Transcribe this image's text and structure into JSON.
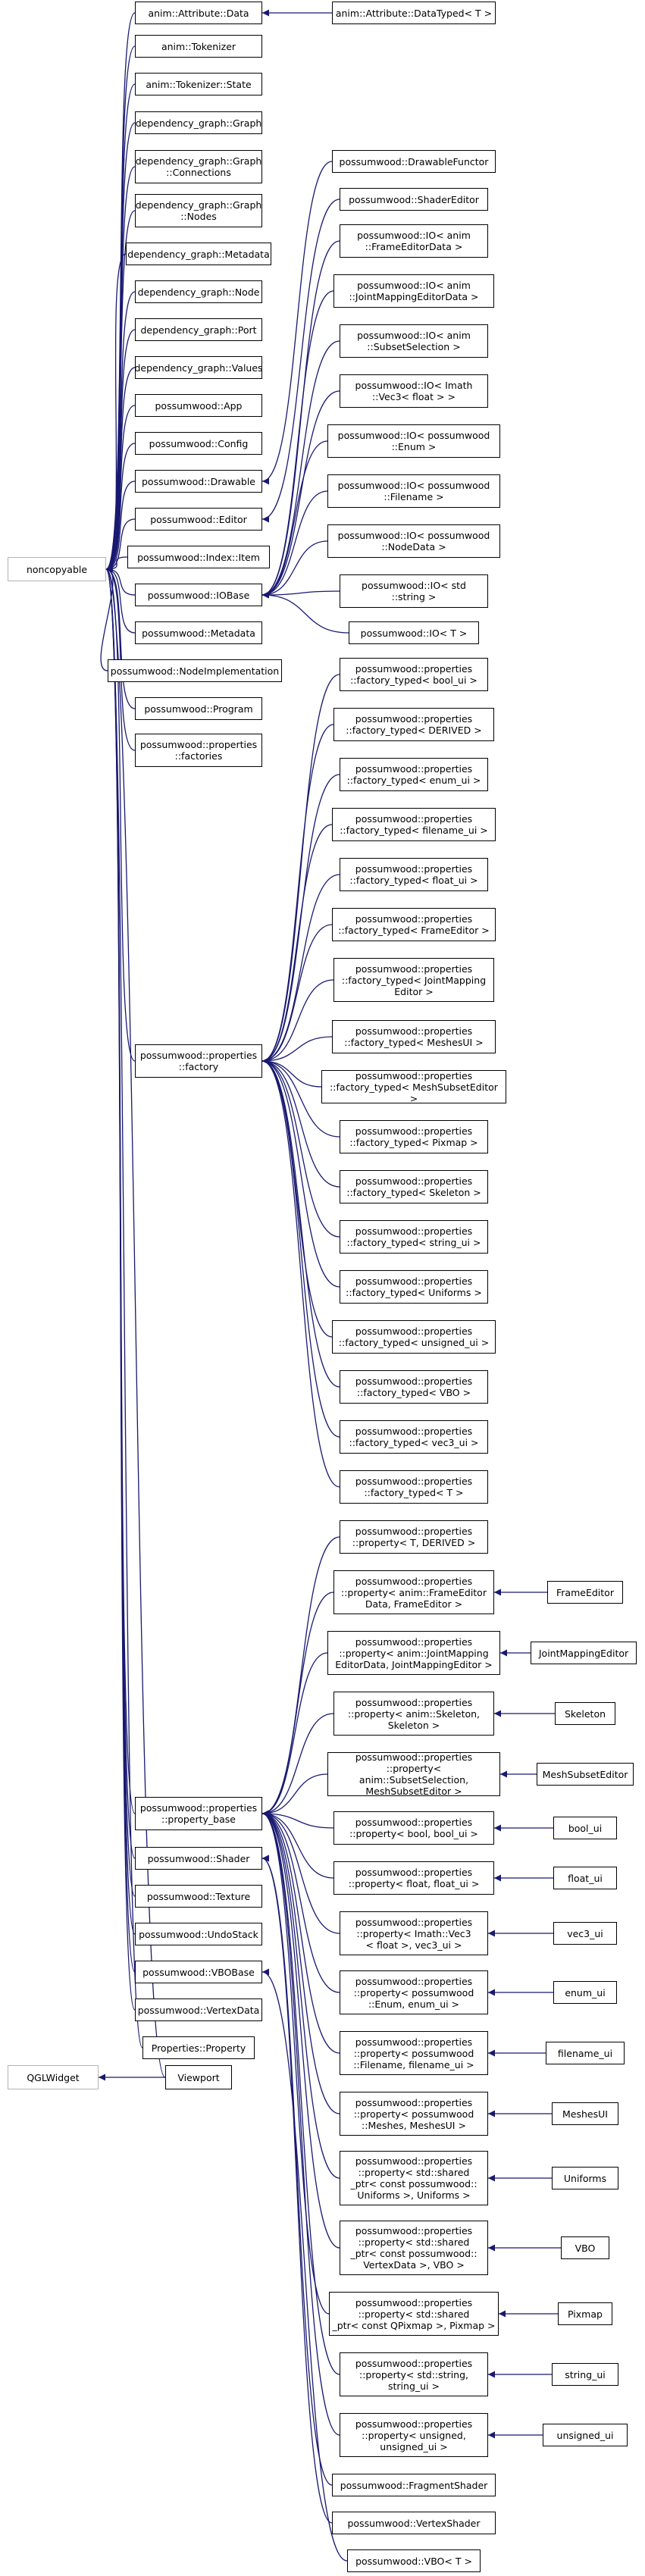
{
  "diagram": {
    "colors": {
      "edge": "#191970",
      "border": "#000000",
      "external_border": "#b3b3b3",
      "background": "#ffffff"
    },
    "nodes": [
      {
        "id": "noncopyable",
        "label": "noncopyable",
        "external": true
      },
      {
        "id": "qglwidget",
        "label": "QGLWidget",
        "external": true
      },
      {
        "id": "attr-data",
        "label": "anim::Attribute::Data"
      },
      {
        "id": "attr-datatyped",
        "label": "anim::Attribute::DataTyped< T >"
      },
      {
        "id": "tokenizer",
        "label": "anim::Tokenizer"
      },
      {
        "id": "tokenizer-state",
        "label": "anim::Tokenizer::State"
      },
      {
        "id": "dg-graph",
        "label": "dependency_graph::Graph"
      },
      {
        "id": "dg-connections",
        "label": "dependency_graph::Graph\n::Connections"
      },
      {
        "id": "dg-nodes",
        "label": "dependency_graph::Graph\n::Nodes"
      },
      {
        "id": "dg-metadata",
        "label": "dependency_graph::Metadata"
      },
      {
        "id": "dg-node",
        "label": "dependency_graph::Node"
      },
      {
        "id": "dg-port",
        "label": "dependency_graph::Port"
      },
      {
        "id": "dg-values",
        "label": "dependency_graph::Values"
      },
      {
        "id": "pw-app",
        "label": "possumwood::App"
      },
      {
        "id": "pw-config",
        "label": "possumwood::Config"
      },
      {
        "id": "pw-drawable",
        "label": "possumwood::Drawable"
      },
      {
        "id": "pw-editor",
        "label": "possumwood::Editor"
      },
      {
        "id": "pw-index-item",
        "label": "possumwood::Index::Item"
      },
      {
        "id": "pw-iobase",
        "label": "possumwood::IOBase"
      },
      {
        "id": "pw-metadata",
        "label": "possumwood::Metadata"
      },
      {
        "id": "pw-nodeimpl",
        "label": "possumwood::NodeImplementation"
      },
      {
        "id": "pw-program",
        "label": "possumwood::Program"
      },
      {
        "id": "pw-factories",
        "label": "possumwood::properties\n::factories"
      },
      {
        "id": "pw-factory",
        "label": "possumwood::properties\n::factory"
      },
      {
        "id": "pw-property-base",
        "label": "possumwood::properties\n::property_base"
      },
      {
        "id": "pw-shader",
        "label": "possumwood::Shader"
      },
      {
        "id": "pw-texture",
        "label": "possumwood::Texture"
      },
      {
        "id": "pw-undostack",
        "label": "possumwood::UndoStack"
      },
      {
        "id": "pw-vbobase",
        "label": "possumwood::VBOBase"
      },
      {
        "id": "pw-vertexdata",
        "label": "possumwood::VertexData"
      },
      {
        "id": "properties-property",
        "label": "Properties::Property"
      },
      {
        "id": "viewport",
        "label": "Viewport"
      },
      {
        "id": "drawable-functor",
        "label": "possumwood::DrawableFunctor"
      },
      {
        "id": "shader-editor",
        "label": "possumwood::ShaderEditor"
      },
      {
        "id": "io-frameeditor",
        "label": "possumwood::IO< anim\n::FrameEditorData >"
      },
      {
        "id": "io-jointmapping",
        "label": "possumwood::IO< anim\n::JointMappingEditorData >"
      },
      {
        "id": "io-subset",
        "label": "possumwood::IO< anim\n::SubsetSelection >"
      },
      {
        "id": "io-vec3",
        "label": "possumwood::IO< Imath\n::Vec3< float > >"
      },
      {
        "id": "io-enum",
        "label": "possumwood::IO< possumwood\n::Enum >"
      },
      {
        "id": "io-filename",
        "label": "possumwood::IO< possumwood\n::Filename >"
      },
      {
        "id": "io-nodedata",
        "label": "possumwood::IO< possumwood\n::NodeData >"
      },
      {
        "id": "io-string",
        "label": "possumwood::IO< std\n::string >"
      },
      {
        "id": "io-t",
        "label": "possumwood::IO< T >"
      },
      {
        "id": "ft-bool",
        "label": "possumwood::properties\n::factory_typed< bool_ui >"
      },
      {
        "id": "ft-derived",
        "label": "possumwood::properties\n::factory_typed< DERIVED >"
      },
      {
        "id": "ft-enum",
        "label": "possumwood::properties\n::factory_typed< enum_ui >"
      },
      {
        "id": "ft-filename",
        "label": "possumwood::properties\n::factory_typed< filename_ui >"
      },
      {
        "id": "ft-float",
        "label": "possumwood::properties\n::factory_typed< float_ui >"
      },
      {
        "id": "ft-frameeditor",
        "label": "possumwood::properties\n::factory_typed< FrameEditor >"
      },
      {
        "id": "ft-jointmapping",
        "label": "possumwood::properties\n::factory_typed< JointMapping\nEditor >"
      },
      {
        "id": "ft-meshesui",
        "label": "possumwood::properties\n::factory_typed< MeshesUI >"
      },
      {
        "id": "ft-meshsubset",
        "label": "possumwood::properties\n::factory_typed< MeshSubsetEditor >"
      },
      {
        "id": "ft-pixmap",
        "label": "possumwood::properties\n::factory_typed< Pixmap >"
      },
      {
        "id": "ft-skeleton",
        "label": "possumwood::properties\n::factory_typed< Skeleton >"
      },
      {
        "id": "ft-string",
        "label": "possumwood::properties\n::factory_typed< string_ui >"
      },
      {
        "id": "ft-uniforms",
        "label": "possumwood::properties\n::factory_typed< Uniforms >"
      },
      {
        "id": "ft-unsigned",
        "label": "possumwood::properties\n::factory_typed< unsigned_ui >"
      },
      {
        "id": "ft-vbo",
        "label": "possumwood::properties\n::factory_typed< VBO >"
      },
      {
        "id": "ft-vec3",
        "label": "possumwood::properties\n::factory_typed< vec3_ui >"
      },
      {
        "id": "ft-t",
        "label": "possumwood::properties\n::factory_typed< T >"
      },
      {
        "id": "p-t-derived",
        "label": "possumwood::properties\n::property< T, DERIVED >"
      },
      {
        "id": "p-frameeditor",
        "label": "possumwood::properties\n::property< anim::FrameEditor\nData, FrameEditor >"
      },
      {
        "id": "p-jointmapping",
        "label": "possumwood::properties\n::property< anim::JointMapping\nEditorData, JointMappingEditor >"
      },
      {
        "id": "p-skeleton",
        "label": "possumwood::properties\n::property< anim::Skeleton,\nSkeleton >"
      },
      {
        "id": "p-subset",
        "label": "possumwood::properties\n::property< anim::SubsetSelection,\nMeshSubsetEditor >"
      },
      {
        "id": "p-bool",
        "label": "possumwood::properties\n::property< bool, bool_ui >"
      },
      {
        "id": "p-float",
        "label": "possumwood::properties\n::property< float, float_ui >"
      },
      {
        "id": "p-vec3",
        "label": "possumwood::properties\n::property< Imath::Vec3\n< float >, vec3_ui >"
      },
      {
        "id": "p-enum",
        "label": "possumwood::properties\n::property< possumwood\n::Enum, enum_ui >"
      },
      {
        "id": "p-filename",
        "label": "possumwood::properties\n::property< possumwood\n::Filename, filename_ui >"
      },
      {
        "id": "p-meshes",
        "label": "possumwood::properties\n::property< possumwood\n::Meshes, MeshesUI >"
      },
      {
        "id": "p-uniforms",
        "label": "possumwood::properties\n::property< std::shared\n_ptr< const possumwood::\nUniforms >, Uniforms >"
      },
      {
        "id": "p-vbo",
        "label": "possumwood::properties\n::property< std::shared\n_ptr< const possumwood::\nVertexData >, VBO >"
      },
      {
        "id": "p-pixmap",
        "label": "possumwood::properties\n::property< std::shared\n_ptr< const QPixmap >, Pixmap >"
      },
      {
        "id": "p-string",
        "label": "possumwood::properties\n::property< std::string,\nstring_ui >"
      },
      {
        "id": "p-unsigned",
        "label": "possumwood::properties\n::property< unsigned,\nunsigned_ui >"
      },
      {
        "id": "fragment-shader",
        "label": "possumwood::FragmentShader"
      },
      {
        "id": "vertex-shader",
        "label": "possumwood::VertexShader"
      },
      {
        "id": "vbo-t",
        "label": "possumwood::VBO< T >"
      },
      {
        "id": "frameeditor",
        "label": "FrameEditor"
      },
      {
        "id": "jointmappingeditor",
        "label": "JointMappingEditor"
      },
      {
        "id": "skeleton",
        "label": "Skeleton"
      },
      {
        "id": "meshsubseteditor",
        "label": "MeshSubsetEditor"
      },
      {
        "id": "bool-ui",
        "label": "bool_ui"
      },
      {
        "id": "float-ui",
        "label": "float_ui"
      },
      {
        "id": "vec3-ui",
        "label": "vec3_ui"
      },
      {
        "id": "enum-ui",
        "label": "enum_ui"
      },
      {
        "id": "filename-ui",
        "label": "filename_ui"
      },
      {
        "id": "meshesui",
        "label": "MeshesUI"
      },
      {
        "id": "uniforms",
        "label": "Uniforms"
      },
      {
        "id": "vbo",
        "label": "VBO"
      },
      {
        "id": "pixmap",
        "label": "Pixmap"
      },
      {
        "id": "string-ui",
        "label": "string_ui"
      },
      {
        "id": "unsigned-ui",
        "label": "unsigned_ui"
      }
    ],
    "edges": [
      [
        "noncopyable",
        "attr-data"
      ],
      [
        "noncopyable",
        "tokenizer"
      ],
      [
        "noncopyable",
        "tokenizer-state"
      ],
      [
        "noncopyable",
        "dg-graph"
      ],
      [
        "noncopyable",
        "dg-connections"
      ],
      [
        "noncopyable",
        "dg-nodes"
      ],
      [
        "noncopyable",
        "dg-metadata"
      ],
      [
        "noncopyable",
        "dg-node"
      ],
      [
        "noncopyable",
        "dg-port"
      ],
      [
        "noncopyable",
        "dg-values"
      ],
      [
        "noncopyable",
        "pw-app"
      ],
      [
        "noncopyable",
        "pw-config"
      ],
      [
        "noncopyable",
        "pw-drawable"
      ],
      [
        "noncopyable",
        "pw-editor"
      ],
      [
        "noncopyable",
        "pw-index-item"
      ],
      [
        "noncopyable",
        "pw-iobase"
      ],
      [
        "noncopyable",
        "pw-metadata"
      ],
      [
        "noncopyable",
        "pw-nodeimpl"
      ],
      [
        "noncopyable",
        "pw-program"
      ],
      [
        "noncopyable",
        "pw-factories"
      ],
      [
        "noncopyable",
        "pw-factory"
      ],
      [
        "noncopyable",
        "pw-property-base"
      ],
      [
        "noncopyable",
        "pw-shader"
      ],
      [
        "noncopyable",
        "pw-texture"
      ],
      [
        "noncopyable",
        "pw-undostack"
      ],
      [
        "noncopyable",
        "pw-vbobase"
      ],
      [
        "noncopyable",
        "pw-vertexdata"
      ],
      [
        "noncopyable",
        "properties-property"
      ],
      [
        "noncopyable",
        "viewport"
      ],
      [
        "qglwidget",
        "viewport"
      ],
      [
        "attr-data",
        "attr-datatyped"
      ],
      [
        "pw-drawable",
        "drawable-functor"
      ],
      [
        "pw-editor",
        "shader-editor"
      ],
      [
        "pw-iobase",
        "io-frameeditor"
      ],
      [
        "pw-iobase",
        "io-jointmapping"
      ],
      [
        "pw-iobase",
        "io-subset"
      ],
      [
        "pw-iobase",
        "io-vec3"
      ],
      [
        "pw-iobase",
        "io-enum"
      ],
      [
        "pw-iobase",
        "io-filename"
      ],
      [
        "pw-iobase",
        "io-nodedata"
      ],
      [
        "pw-iobase",
        "io-string"
      ],
      [
        "pw-iobase",
        "io-t"
      ],
      [
        "pw-factory",
        "ft-bool"
      ],
      [
        "pw-factory",
        "ft-derived"
      ],
      [
        "pw-factory",
        "ft-enum"
      ],
      [
        "pw-factory",
        "ft-filename"
      ],
      [
        "pw-factory",
        "ft-float"
      ],
      [
        "pw-factory",
        "ft-frameeditor"
      ],
      [
        "pw-factory",
        "ft-jointmapping"
      ],
      [
        "pw-factory",
        "ft-meshesui"
      ],
      [
        "pw-factory",
        "ft-meshsubset"
      ],
      [
        "pw-factory",
        "ft-pixmap"
      ],
      [
        "pw-factory",
        "ft-skeleton"
      ],
      [
        "pw-factory",
        "ft-string"
      ],
      [
        "pw-factory",
        "ft-uniforms"
      ],
      [
        "pw-factory",
        "ft-unsigned"
      ],
      [
        "pw-factory",
        "ft-vbo"
      ],
      [
        "pw-factory",
        "ft-vec3"
      ],
      [
        "pw-factory",
        "ft-t"
      ],
      [
        "pw-property-base",
        "p-t-derived"
      ],
      [
        "pw-property-base",
        "p-frameeditor"
      ],
      [
        "pw-property-base",
        "p-jointmapping"
      ],
      [
        "pw-property-base",
        "p-skeleton"
      ],
      [
        "pw-property-base",
        "p-subset"
      ],
      [
        "pw-property-base",
        "p-bool"
      ],
      [
        "pw-property-base",
        "p-float"
      ],
      [
        "pw-property-base",
        "p-vec3"
      ],
      [
        "pw-property-base",
        "p-enum"
      ],
      [
        "pw-property-base",
        "p-filename"
      ],
      [
        "pw-property-base",
        "p-meshes"
      ],
      [
        "pw-property-base",
        "p-uniforms"
      ],
      [
        "pw-property-base",
        "p-vbo"
      ],
      [
        "pw-property-base",
        "p-pixmap"
      ],
      [
        "pw-property-base",
        "p-string"
      ],
      [
        "pw-property-base",
        "p-unsigned"
      ],
      [
        "pw-shader",
        "fragment-shader"
      ],
      [
        "pw-shader",
        "vertex-shader"
      ],
      [
        "pw-vbobase",
        "vbo-t"
      ],
      [
        "p-frameeditor",
        "frameeditor"
      ],
      [
        "p-jointmapping",
        "jointmappingeditor"
      ],
      [
        "p-skeleton",
        "skeleton"
      ],
      [
        "p-subset",
        "meshsubseteditor"
      ],
      [
        "p-bool",
        "bool-ui"
      ],
      [
        "p-float",
        "float-ui"
      ],
      [
        "p-vec3",
        "vec3-ui"
      ],
      [
        "p-enum",
        "enum-ui"
      ],
      [
        "p-filename",
        "filename-ui"
      ],
      [
        "p-meshes",
        "meshesui"
      ],
      [
        "p-uniforms",
        "uniforms"
      ],
      [
        "p-vbo",
        "vbo"
      ],
      [
        "p-pixmap",
        "pixmap"
      ],
      [
        "p-string",
        "string-ui"
      ],
      [
        "p-unsigned",
        "unsigned-ui"
      ]
    ]
  }
}
